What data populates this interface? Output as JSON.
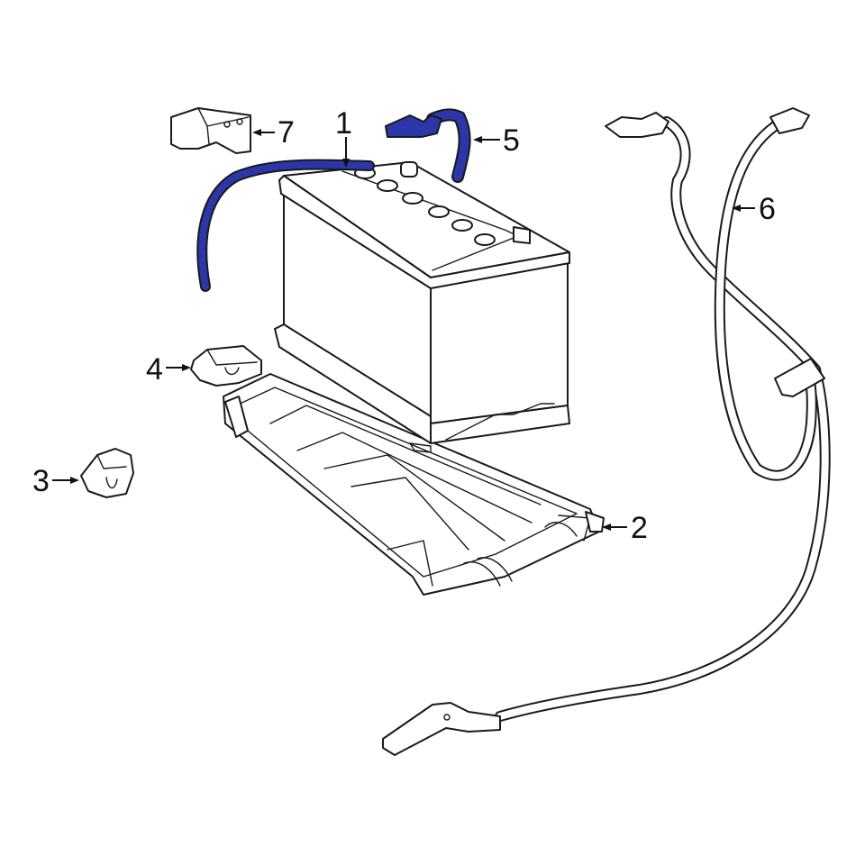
{
  "diagram": {
    "highlight_color": "#2b36a8",
    "outline_color": "#1a1a1a",
    "callouts": [
      {
        "id": "1",
        "label": "1"
      },
      {
        "id": "2",
        "label": "2"
      },
      {
        "id": "3",
        "label": "3"
      },
      {
        "id": "4",
        "label": "4"
      },
      {
        "id": "5",
        "label": "5"
      },
      {
        "id": "6",
        "label": "6"
      },
      {
        "id": "7",
        "label": "7"
      }
    ]
  }
}
